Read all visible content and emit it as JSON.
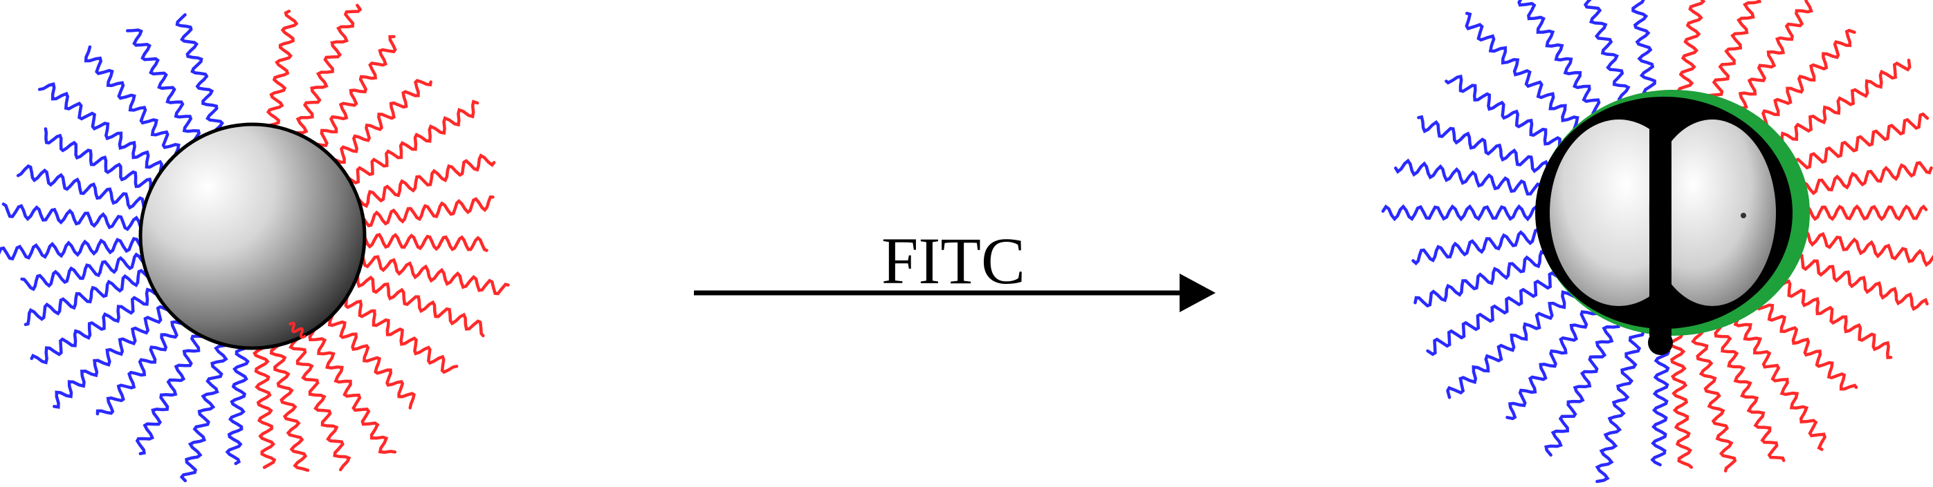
{
  "reaction": {
    "reagent_label": "FITC"
  },
  "colors": {
    "background": "#ffffff",
    "hydrophobic_chain": "#2a2aff",
    "hydrophilic_chain": "#ff2a2a",
    "fitc_shell": "#1ea03a",
    "outline": "#000000"
  },
  "particles": [
    {
      "label": "janus-particle-before",
      "chains_per_side": 16,
      "fitc_labeled": false
    },
    {
      "label": "janus-particle-after-fitc",
      "chains_per_side": 16,
      "fitc_labeled": true
    }
  ]
}
